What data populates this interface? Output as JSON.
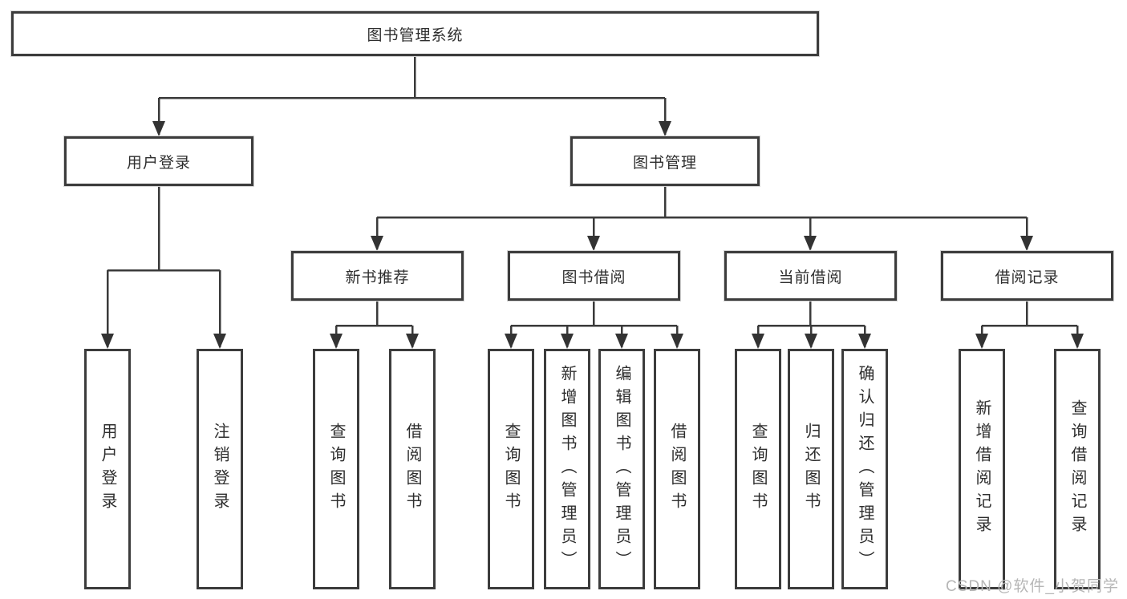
{
  "tree": {
    "label": "图书管理系统",
    "children": [
      {
        "label": "用户登录",
        "children": [
          {
            "label": "用户登录"
          },
          {
            "label": "注销登录"
          }
        ]
      },
      {
        "label": "图书管理",
        "children": [
          {
            "label": "新书推荐",
            "children": [
              {
                "label": "查询图书"
              },
              {
                "label": "借阅图书"
              }
            ]
          },
          {
            "label": "图书借阅",
            "children": [
              {
                "label": "查询图书"
              },
              {
                "label": "新增图书（管理员）"
              },
              {
                "label": "编辑图书（管理员）"
              },
              {
                "label": "借阅图书"
              }
            ]
          },
          {
            "label": "当前借阅",
            "children": [
              {
                "label": "查询图书"
              },
              {
                "label": "归还图书"
              },
              {
                "label": "确认归还（管理员）"
              }
            ]
          },
          {
            "label": "借阅记录",
            "children": [
              {
                "label": "新增借阅记录"
              },
              {
                "label": "查询借阅记录"
              }
            ]
          }
        ]
      }
    ]
  },
  "watermark": {
    "text": "CSDN @软件_小贺同学"
  },
  "colors": {
    "line": "#3a3a3a",
    "box_border": "#3c3c3c",
    "text": "#2e2e2e",
    "watermark": "#b6b6b6",
    "background": "#ffffff"
  }
}
